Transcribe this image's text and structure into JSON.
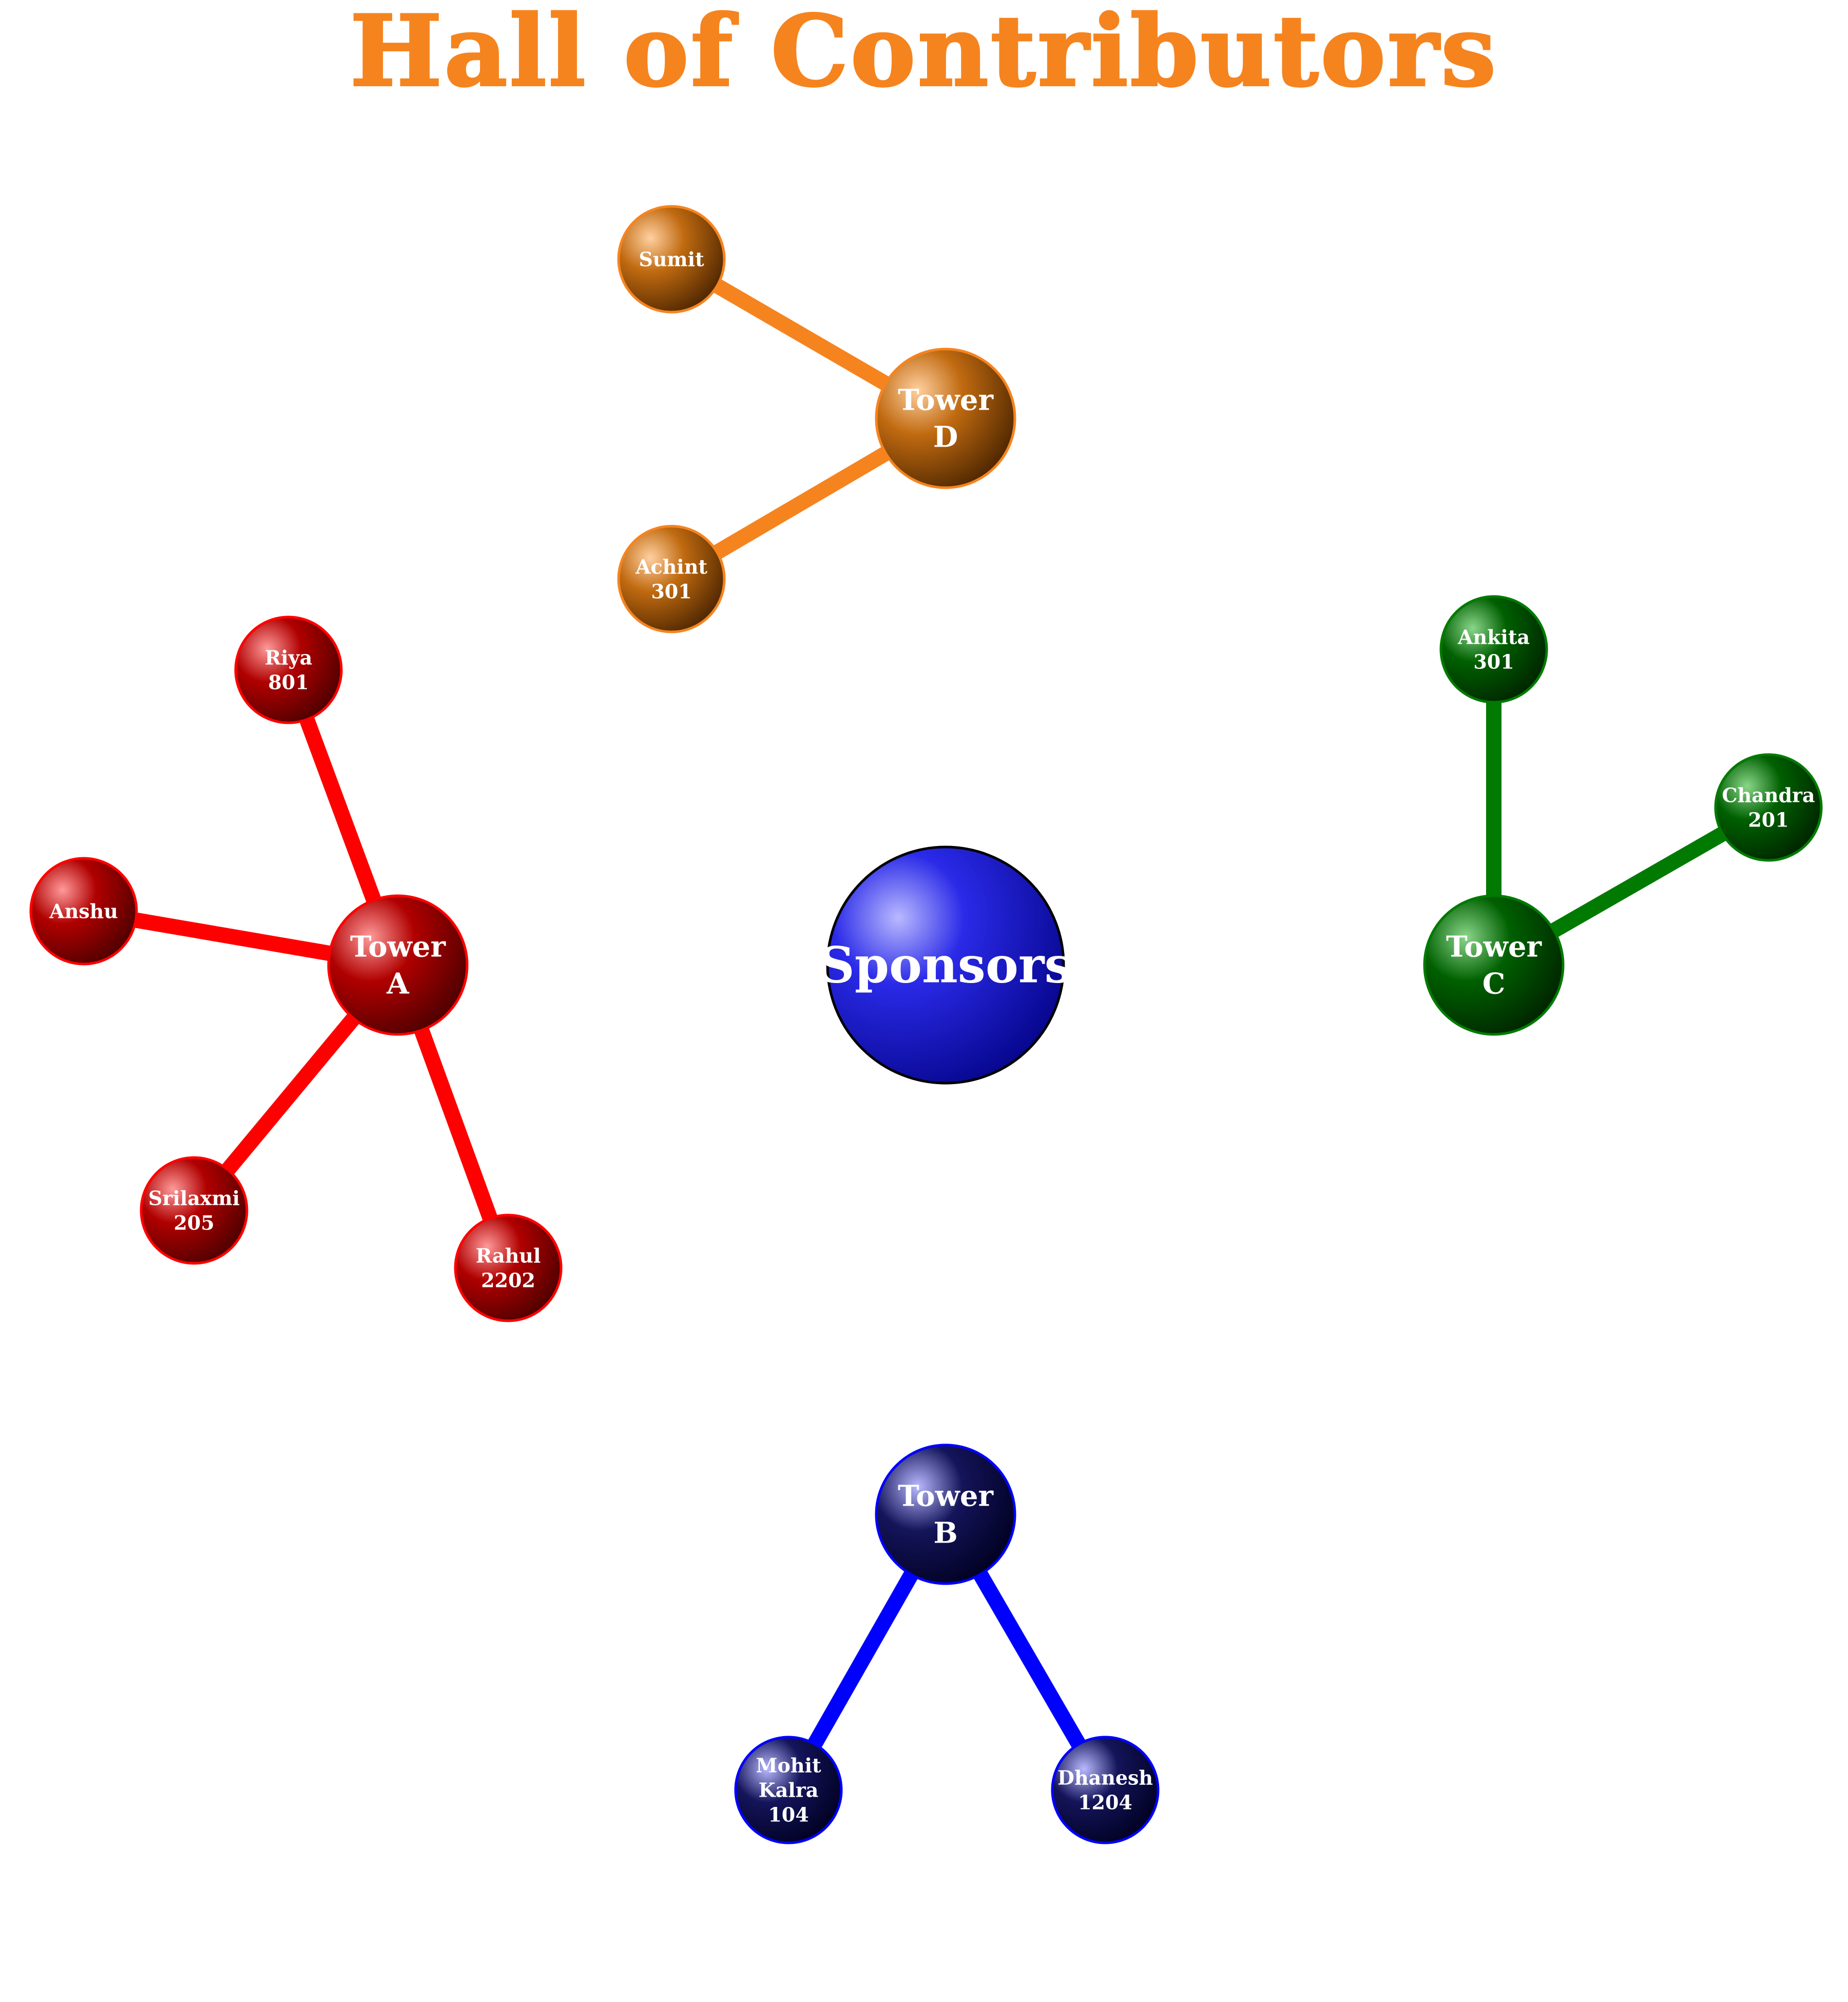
{
  "title": "Hall of Contributors",
  "colors": {
    "title": "#f5841f",
    "tower_a": "#ff0000",
    "tower_b": "#0000ff",
    "tower_c": "#007a00",
    "tower_d": "#f5841f",
    "center": "#1a1ae6"
  },
  "center": {
    "label": "Sponsors"
  },
  "towers": [
    {
      "id": "a",
      "lines": [
        "Tower",
        "A"
      ],
      "members": [
        {
          "lines": [
            "Riya",
            "801"
          ]
        },
        {
          "lines": [
            "Anshu"
          ]
        },
        {
          "lines": [
            "Srilaxmi",
            "205"
          ]
        },
        {
          "lines": [
            "Rahul",
            "2202"
          ]
        }
      ]
    },
    {
      "id": "b",
      "lines": [
        "Tower",
        "B"
      ],
      "members": [
        {
          "lines": [
            "Mohit",
            "Kalra",
            "104"
          ]
        },
        {
          "lines": [
            "Dhanesh",
            "1204"
          ]
        }
      ]
    },
    {
      "id": "c",
      "lines": [
        "Tower",
        "C"
      ],
      "members": [
        {
          "lines": [
            "Ankita",
            "301"
          ]
        },
        {
          "lines": [
            "Chandra",
            "201"
          ]
        }
      ]
    },
    {
      "id": "d",
      "lines": [
        "Tower",
        "D"
      ],
      "members": [
        {
          "lines": [
            "Sumit"
          ]
        },
        {
          "lines": [
            "Achint",
            "301"
          ]
        }
      ]
    }
  ]
}
